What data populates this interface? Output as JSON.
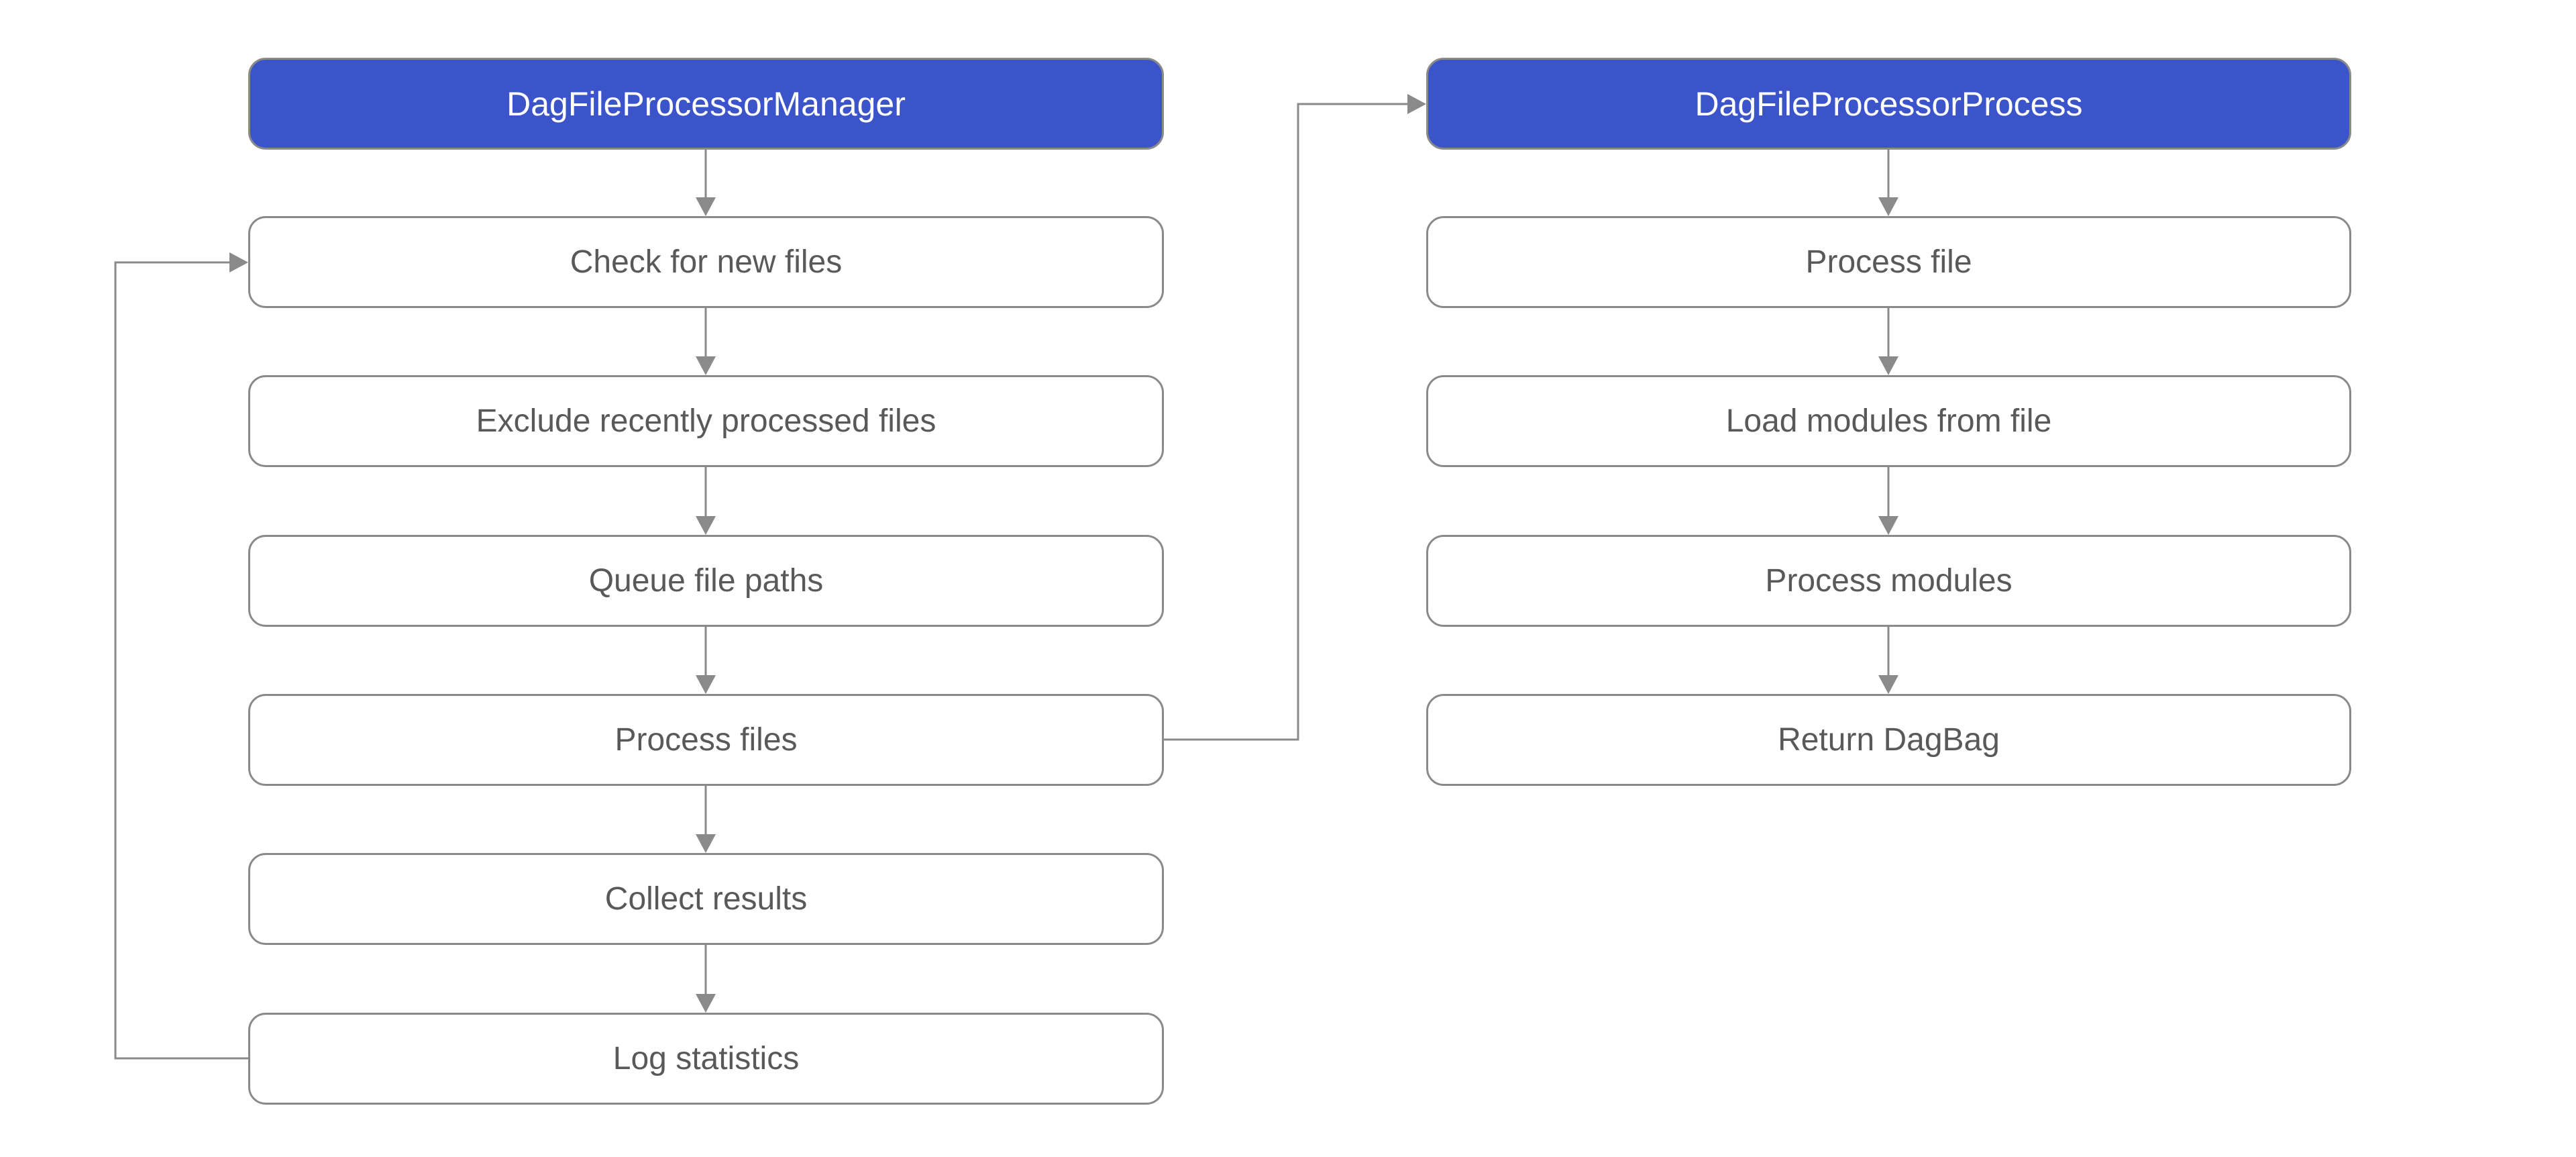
{
  "diagram": {
    "type": "flowchart",
    "colors": {
      "header_fill": "#3B54C9",
      "header_text": "#FFFFFF",
      "node_fill": "#FFFFFF",
      "node_border": "#8A8A8A",
      "node_text": "#595959",
      "connector": "#8A8A8A",
      "background": "#FFFFFF"
    },
    "columns": [
      {
        "header": "DagFileProcessorManager",
        "nodes": [
          "Check for new files",
          "Exclude recently processed files",
          "Queue file paths",
          "Process files",
          "Collect results",
          "Log statistics"
        ]
      },
      {
        "header": "DagFileProcessorProcess",
        "nodes": [
          "Process file",
          "Load modules from file",
          "Process modules",
          "Return DagBag"
        ]
      }
    ],
    "edges": [
      {
        "from": "DagFileProcessorManager",
        "to": "Check for new files",
        "style": "straight-down"
      },
      {
        "from": "Check for new files",
        "to": "Exclude recently processed files",
        "style": "straight-down"
      },
      {
        "from": "Exclude recently processed files",
        "to": "Queue file paths",
        "style": "straight-down"
      },
      {
        "from": "Queue file paths",
        "to": "Process files",
        "style": "straight-down"
      },
      {
        "from": "Process files",
        "to": "Collect results",
        "style": "straight-down"
      },
      {
        "from": "Collect results",
        "to": "Log statistics",
        "style": "straight-down"
      },
      {
        "from": "Log statistics",
        "to": "Check for new files",
        "style": "loop-back-left"
      },
      {
        "from": "Process files",
        "to": "DagFileProcessorProcess",
        "style": "elbow-right"
      },
      {
        "from": "DagFileProcessorProcess",
        "to": "Process file",
        "style": "straight-down"
      },
      {
        "from": "Process file",
        "to": "Load modules from file",
        "style": "straight-down"
      },
      {
        "from": "Load modules from file",
        "to": "Process modules",
        "style": "straight-down"
      },
      {
        "from": "Process modules",
        "to": "Return DagBag",
        "style": "straight-down"
      }
    ]
  }
}
